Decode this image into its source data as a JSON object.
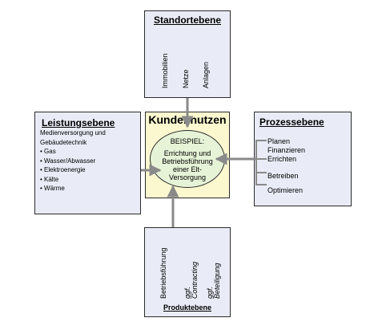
{
  "standort": {
    "title": "Standortebene",
    "items": [
      "Immobilien",
      "Netze",
      "Anlagen"
    ]
  },
  "leistung": {
    "title": "Leistungsebene",
    "intro": [
      "Medienversorgung und",
      "Gebäudetechnik"
    ],
    "items": [
      "• Gas",
      "• Wasser/Abwasser",
      "• Elektroenergie",
      "• Kälte",
      "• Wärme"
    ]
  },
  "prozess": {
    "title": "Prozessebene",
    "items": [
      "Planen",
      "Finanzieren",
      "Errichten",
      "Betreiben",
      "Optimieren"
    ]
  },
  "produkt": {
    "title": "Produktebene",
    "items": [
      "Betriebsführung",
      "ggf.",
      "Contracting",
      "ggf.",
      "Beteiligung"
    ]
  },
  "center": {
    "title": "Kundennutzen",
    "example": "BEISPIEL:",
    "lines": [
      "Errichtung und",
      "Betriebsführung",
      "einer Elt-",
      "Versorgung"
    ]
  },
  "colors": {
    "box_fill": "#e9ecf6",
    "center_fill": "#fbf8d0",
    "ellipse_fill": "#e7f3d7",
    "arrow": "#8a8a8a"
  }
}
